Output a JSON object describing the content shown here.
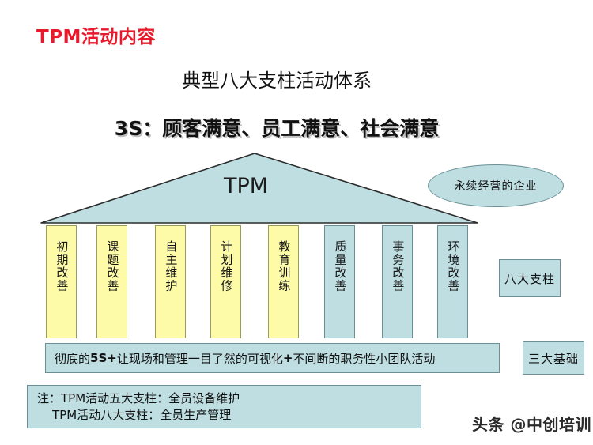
{
  "page": {
    "title": "TPM活动内容",
    "subtitle": "典型八大支柱活动体系",
    "three_s": "3S：顾客满意、员工满意、社会满意",
    "background_color": "#ffffff",
    "title_color": "#E8192C"
  },
  "house": {
    "roof_label": "TPM",
    "roof_fill": "#BEDEE2",
    "roof_stroke": "#2b2b2b",
    "pillars": [
      {
        "label": "初期改善",
        "color": "yellow",
        "fill": "#FDFAA8"
      },
      {
        "label": "课题改善",
        "color": "yellow",
        "fill": "#FDFAA8"
      },
      {
        "label": "自主维护",
        "color": "yellow",
        "fill": "#FDFAA8"
      },
      {
        "label": "计划维修",
        "color": "yellow",
        "fill": "#FDFAA8"
      },
      {
        "label": "教育训练",
        "color": "yellow",
        "fill": "#FDFAA8"
      },
      {
        "label": "质量改善",
        "color": "blue",
        "fill": "#BEDEE2"
      },
      {
        "label": "事务改善",
        "color": "blue",
        "fill": "#BEDEE2"
      },
      {
        "label": "环境改善",
        "color": "blue",
        "fill": "#BEDEE2"
      }
    ],
    "foundation_text_parts": {
      "a": "彻底的",
      "b": "5S+",
      "c": "让现场和管理一目了然的可视化",
      "d": "+",
      "e": "不间断的职务性小团队活动"
    },
    "foundation_text": "彻底的5S+让现场和管理一目了然的可视化+不间断的职务性小团队活动"
  },
  "callouts": {
    "ellipse": "永续经营的企业",
    "eight_pillars": "八大支柱",
    "three_foundations": "三大基础"
  },
  "note": {
    "line1": "注：TPM活动五大支柱：全员设备维护",
    "line2": "    TPM活动八大支柱：全员生产管理",
    "text": "注：TPM活动五大支柱：全员设备维护\n    TPM活动八大支柱：全员生产管理"
  },
  "watermark": {
    "text": "头条 @中创培训"
  }
}
